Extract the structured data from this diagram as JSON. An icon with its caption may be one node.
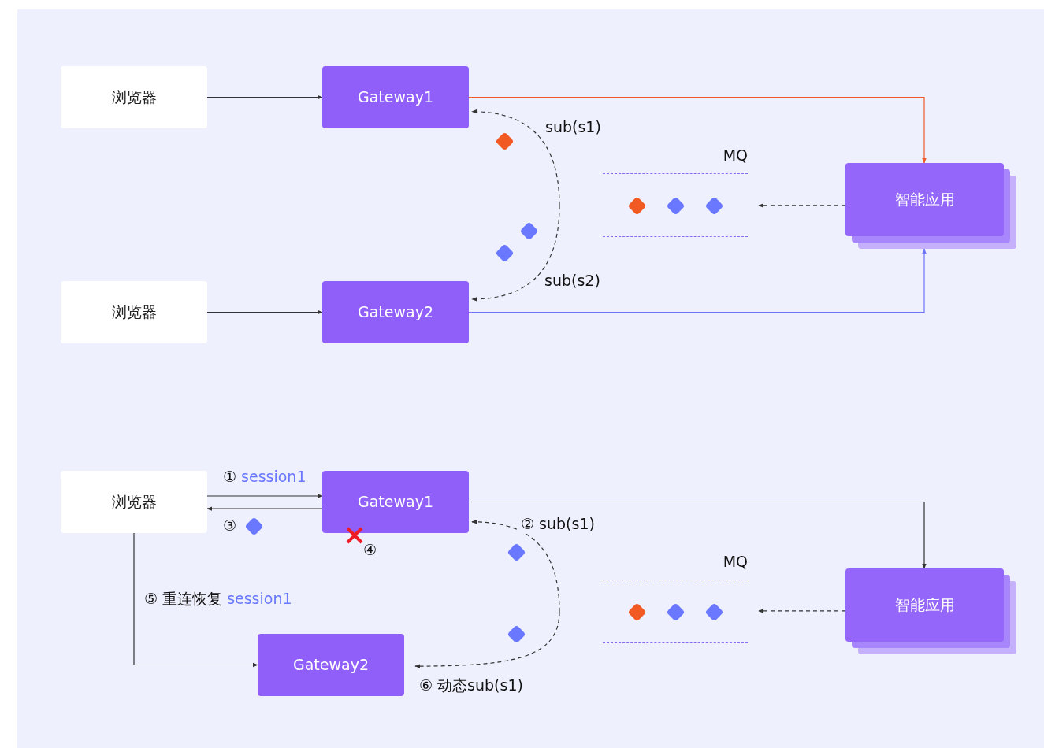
{
  "diagram": {
    "nodes": [
      {
        "text": [
          "浏览器"
        ]
      },
      {
        "text": [
          "Gateway1"
        ]
      },
      {
        "text": [
          "浏览器"
        ]
      },
      {
        "text": [
          "Gateway2"
        ]
      },
      {
        "text": [
          "智能应用"
        ]
      },
      {
        "text": [
          "MQ"
        ]
      },
      {
        "text": [
          "浏览器"
        ]
      },
      {
        "text": [
          "Gateway1"
        ],
        "beside": [
          "④"
        ]
      },
      {
        "text": [
          "Gateway2"
        ]
      },
      {
        "text": [
          "智能应用"
        ]
      },
      {
        "text": [
          "MQ"
        ]
      }
    ],
    "edges": [
      {
        "from": 0,
        "to": 1,
        "arrow": "to"
      },
      {
        "from": 2,
        "to": 3,
        "arrow": "to"
      },
      {
        "from": 1,
        "to": 4,
        "arrow": "to",
        "color": "#f05a2a"
      },
      {
        "from": 3,
        "to": 4,
        "arrow": "to",
        "color": "#6c74f5"
      },
      {
        "from": 4,
        "to": 5,
        "arrow": "to",
        "style": "dashed"
      },
      {
        "from": null,
        "to": 1,
        "arrow": "to",
        "style": "dashed",
        "label": "sub(s1)"
      },
      {
        "from": null,
        "to": 3,
        "arrow": "to",
        "style": "dashed",
        "label": "sub(s2)"
      },
      {
        "from": 6,
        "to": 7,
        "arrow": "to",
        "label": "① session1"
      },
      {
        "from": 7,
        "to": 6,
        "arrow": "to",
        "label": "③"
      },
      {
        "from": 7,
        "to": 9,
        "arrow": "to"
      },
      {
        "from": 9,
        "to": 10,
        "arrow": "to",
        "style": "dashed"
      },
      {
        "from": null,
        "to": 7,
        "arrow": "to",
        "style": "dashed",
        "label": "② sub(s1)"
      },
      {
        "from": null,
        "to": 8,
        "arrow": "to",
        "style": "dashed",
        "label": "⑥ 动态sub(s1)"
      },
      {
        "from": 6,
        "to": 8,
        "arrow": "to",
        "label": "⑤ 重连恢复 session1"
      }
    ]
  }
}
